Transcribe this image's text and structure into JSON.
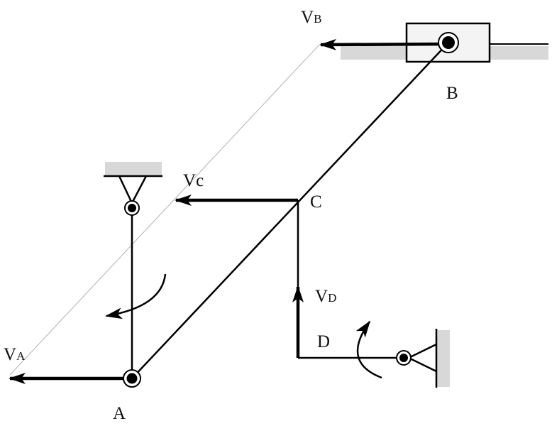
{
  "diagram": {
    "title": "",
    "colors": {
      "line": "#000000",
      "ground": "#d8d8d8",
      "construction_line": "#bbbbbb",
      "slider_fill": "#f4f4f4"
    },
    "points": {
      "A": "A",
      "B": "B",
      "C": "C",
      "D": "D"
    },
    "velocities": {
      "VA": {
        "main": "V",
        "sub": "A"
      },
      "VB": {
        "main": "V",
        "sub": "B"
      },
      "VC": {
        "main": "V",
        "sub": "c"
      },
      "VD": {
        "main": "V",
        "sub": "D"
      }
    }
  }
}
